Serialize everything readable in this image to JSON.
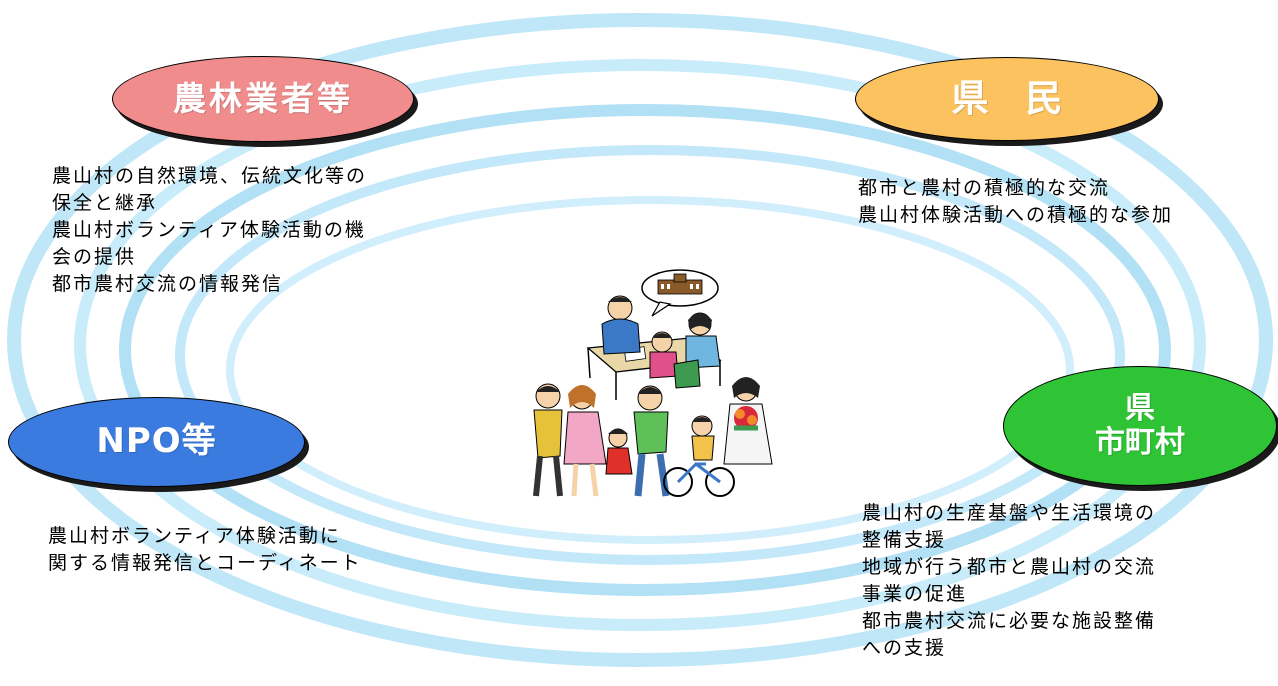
{
  "nodes": {
    "nourin": {
      "label": "農林業者等",
      "color": "#f08c8c",
      "lines": [
        "農山村の自然環境、伝統文化等の",
        "保全と継承",
        "農山村ボランティア体験活動の機",
        "会の提供",
        "都市農村交流の情報発信"
      ]
    },
    "kenmin": {
      "label": "県　民",
      "color": "#fcc25f",
      "lines": [
        "都市と農村の積極的な交流",
        "農山村体験活動への積極的な参加"
      ]
    },
    "npo": {
      "label": "NPO等",
      "color": "#3b7be0",
      "lines": [
        "農山村ボランティア体験活動に",
        "関する情報発信とコーディネート"
      ]
    },
    "ken": {
      "label_line1": "県",
      "label_line2": "市町村",
      "color": "#2fc436",
      "lines": [
        "農山村の生産基盤や生活環境の",
        "整備支援",
        "地域が行う都市と農山村の交流",
        "事業の促進",
        "都市農村交流に必要な施設整備",
        "への支援"
      ]
    }
  },
  "decor": {
    "ring_color": "#b7e4f7",
    "center_illustration": "people-meeting-illustration"
  }
}
